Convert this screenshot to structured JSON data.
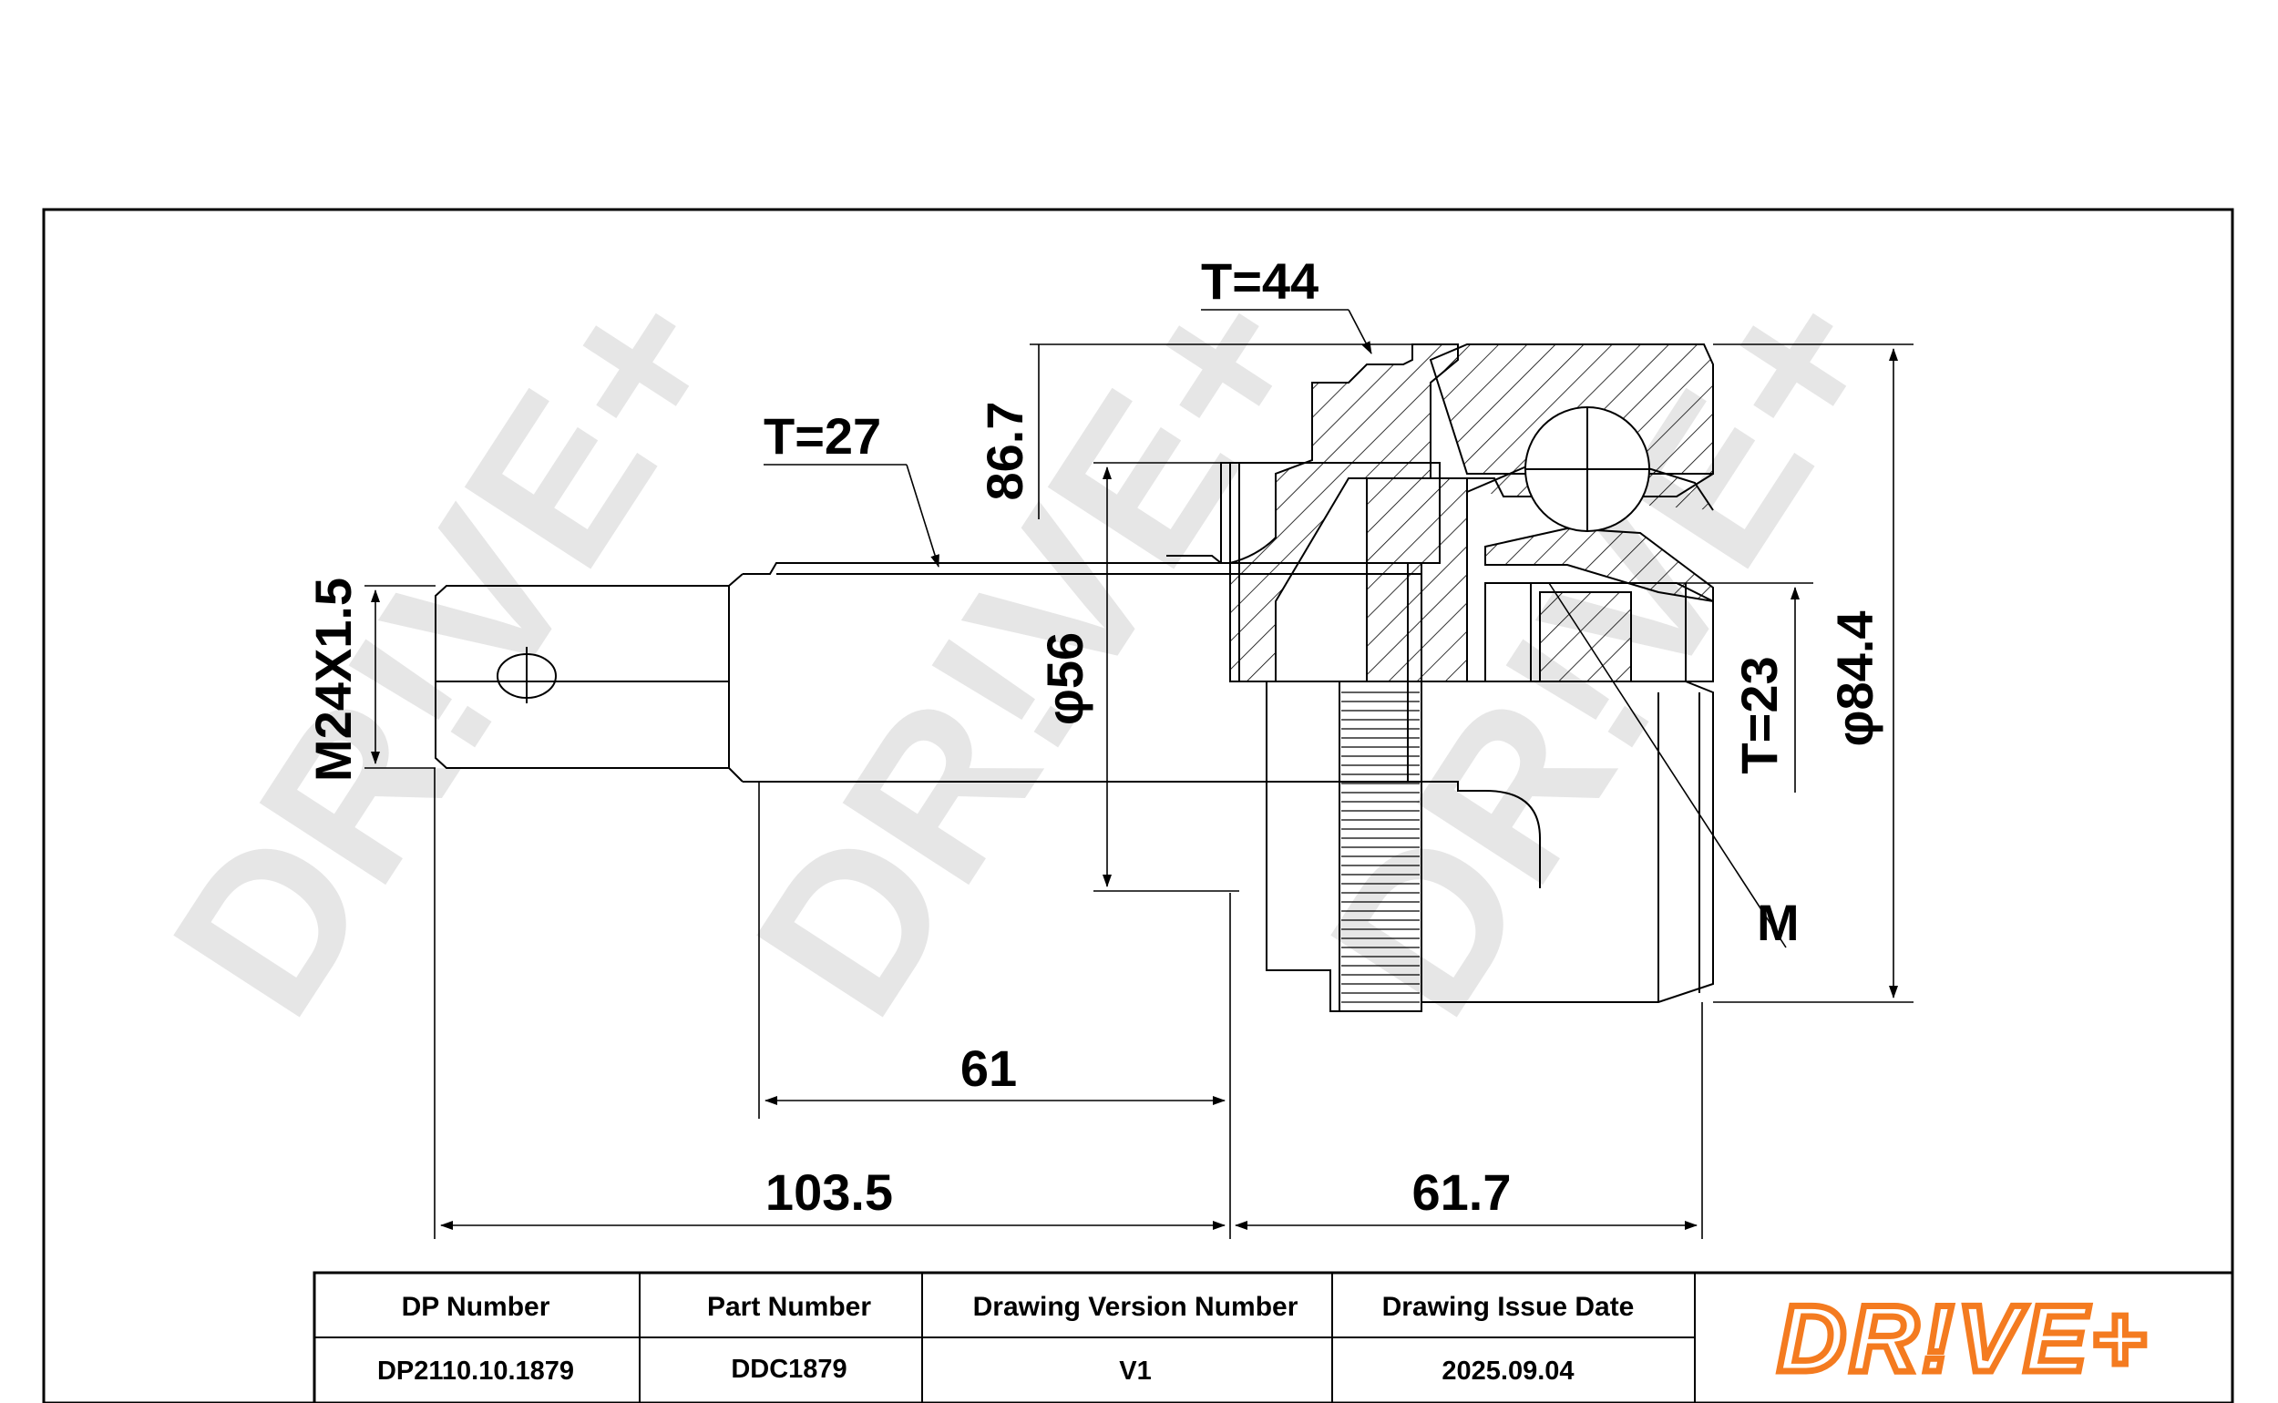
{
  "brand": {
    "logo_text": "DR!VE+",
    "logo_color": "#f47b20",
    "watermark_color": "#e6e6e6"
  },
  "dimensions": {
    "thread": "M24X1.5",
    "t_shaft": "T=27",
    "t_outer": "T=44",
    "d_shaft": "φ56",
    "d_outer": "φ84.4",
    "len_thread": "86.7",
    "t_inner": "T=23",
    "m_label": "M",
    "len_61": "61",
    "len_103": "103.5",
    "len_61_7": "61.7"
  },
  "title_block": {
    "headers": [
      "DP Number",
      "Part Number",
      "Drawing Version Number",
      "Drawing Issue Date"
    ],
    "values": [
      "DP2110.10.1879",
      "DDC1879",
      "V1",
      "2025.09.04"
    ]
  }
}
